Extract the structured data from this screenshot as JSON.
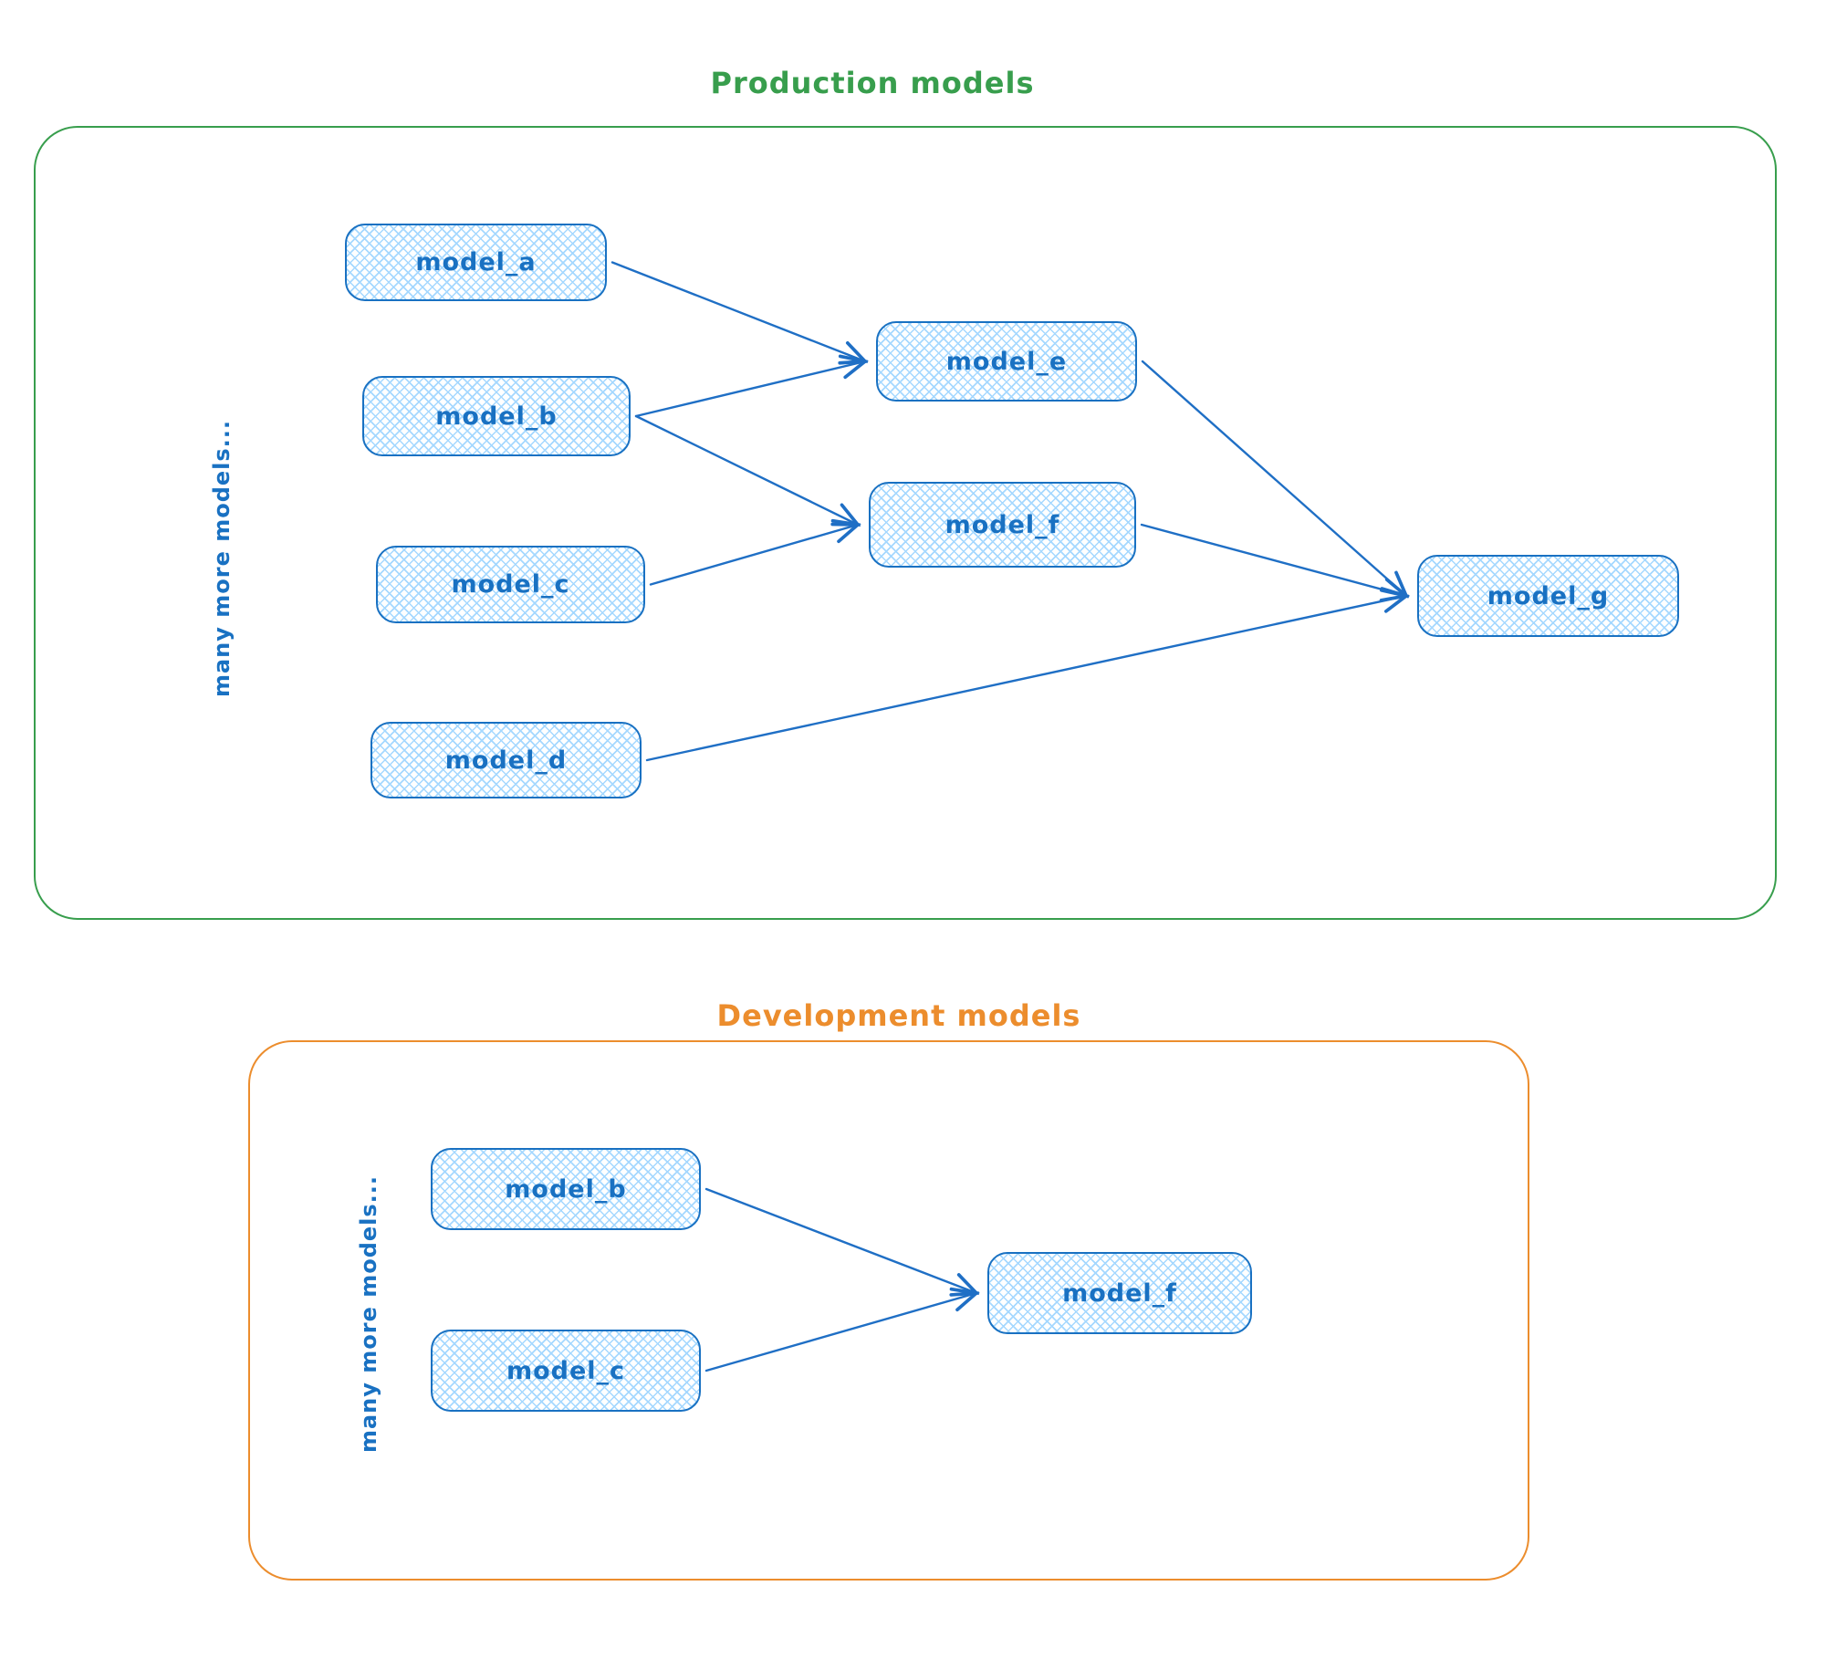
{
  "colors": {
    "node_stroke": "#1971c2",
    "node_text": "#1971c2",
    "node_fill_hatch": "#a5d8ff",
    "arrow": "#1f6fc5"
  },
  "sections": [
    {
      "title": "Production models",
      "accent_color": "#389e4d",
      "side_label": "many more models...",
      "nodes": [
        {
          "id": "model_a",
          "label": "model_a"
        },
        {
          "id": "model_b",
          "label": "model_b"
        },
        {
          "id": "model_c",
          "label": "model_c"
        },
        {
          "id": "model_d",
          "label": "model_d"
        },
        {
          "id": "model_e",
          "label": "model_e"
        },
        {
          "id": "model_f",
          "label": "model_f"
        },
        {
          "id": "model_g",
          "label": "model_g"
        }
      ],
      "edges": [
        {
          "from": "model_a",
          "to": "model_e"
        },
        {
          "from": "model_b",
          "to": "model_e"
        },
        {
          "from": "model_b",
          "to": "model_f"
        },
        {
          "from": "model_c",
          "to": "model_f"
        },
        {
          "from": "model_e",
          "to": "model_g"
        },
        {
          "from": "model_f",
          "to": "model_g"
        },
        {
          "from": "model_d",
          "to": "model_g"
        }
      ]
    },
    {
      "title": "Development models",
      "accent_color": "#ec8d2d",
      "side_label": "many more models...",
      "nodes": [
        {
          "id": "model_b",
          "label": "model_b"
        },
        {
          "id": "model_c",
          "label": "model_c"
        },
        {
          "id": "model_f",
          "label": "model_f"
        }
      ],
      "edges": [
        {
          "from": "model_b",
          "to": "model_f"
        },
        {
          "from": "model_c",
          "to": "model_f"
        }
      ]
    }
  ]
}
